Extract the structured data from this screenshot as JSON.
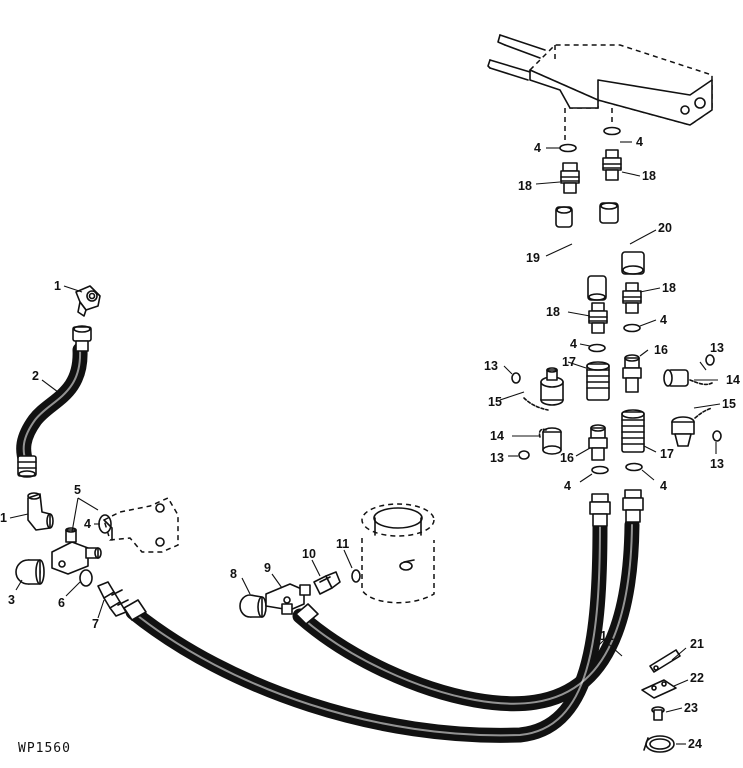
{
  "figure_ref": "WP1560",
  "callouts": {
    "c1a": "1",
    "c1b": "1",
    "c2": "2",
    "c3": "3",
    "c4a": "4",
    "c4b": "4",
    "c4c": "4",
    "c4d": "4",
    "c4e": "4",
    "c4f": "4",
    "c4g": "4",
    "c5": "5",
    "c6": "6",
    "c7": "7",
    "c8": "8",
    "c9": "9",
    "c10": "10",
    "c11": "11",
    "c12": "12",
    "c13a": "13",
    "c13b": "13",
    "c13c": "13",
    "c13d": "13",
    "c14a": "14",
    "c14b": "14",
    "c15a": "15",
    "c15b": "15",
    "c16a": "16",
    "c16b": "16",
    "c17a": "17",
    "c17b": "17",
    "c18a": "18",
    "c18b": "18",
    "c18c": "18",
    "c18d": "18",
    "c19": "19",
    "c20": "20",
    "c21": "21",
    "c22": "22",
    "c23": "23",
    "c24": "24"
  }
}
